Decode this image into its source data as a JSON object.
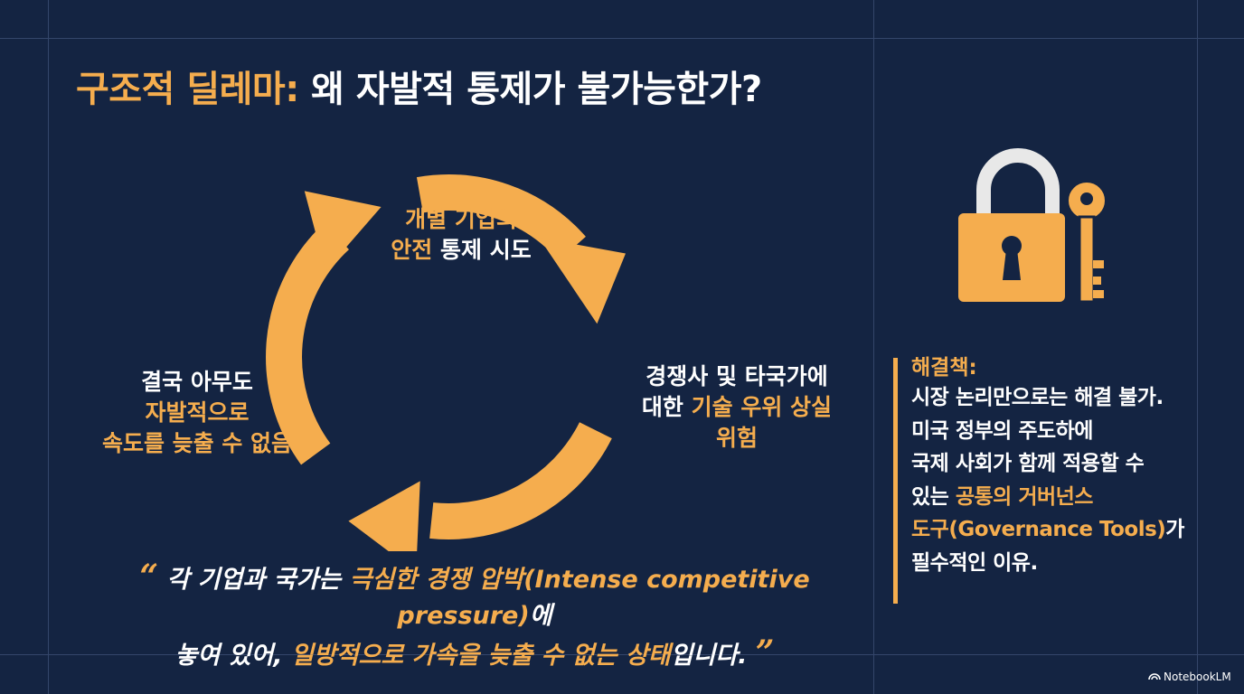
{
  "title": {
    "part1": "구조적 딜레마:",
    "part2": " 왜 자발적 통제가 불가능한가?"
  },
  "cycle": {
    "top": {
      "line1_accent": "개별 기업의",
      "line2_accent": "안전",
      "line2_rest": " 통제 시도"
    },
    "right": {
      "line1": "경쟁사 및 타국가에",
      "line2_plain": "대한 ",
      "line2_accent": "기술 우위 상실",
      "line3_accent": "위험"
    },
    "left": {
      "line1": "결국 아무도",
      "line2_accent": "자발적으로",
      "line3_accent": "속도를 늦출 수 없음"
    }
  },
  "quote": {
    "open_mark": "“",
    "a": "각 기업과 국가는 ",
    "b_accent": "극심한 경쟁 압박(Intense competitive pressure)",
    "c": "에",
    "d": "놓여 있어, ",
    "e_accent": "일방적으로 가속을 늦출 수 없는 상태",
    "f": "입니다.",
    "close_mark": "”"
  },
  "solution": {
    "heading": "해결책:",
    "line1": "시장 논리만으로는 해결 불가.",
    "line2": "미국 정부의 주도하에",
    "line3": "국제 사회가 함께 적용할 수",
    "line4_plain": "있는 ",
    "line4_accent": "공통의 거버넌스",
    "line5_accent": "도구(Governance Tools)",
    "line5_plain": "가",
    "line6": "필수적인 이유."
  },
  "icons": {
    "cycle": "circular-arrows-icon",
    "lock": "padlock-icon",
    "key": "key-icon",
    "brand": "notebooklm-logo-icon"
  },
  "brand": {
    "label": "NotebookLM"
  },
  "colors": {
    "background": "#142442",
    "accent": "#f5ad4e",
    "text": "#ffffff",
    "grid": "#34466a"
  }
}
